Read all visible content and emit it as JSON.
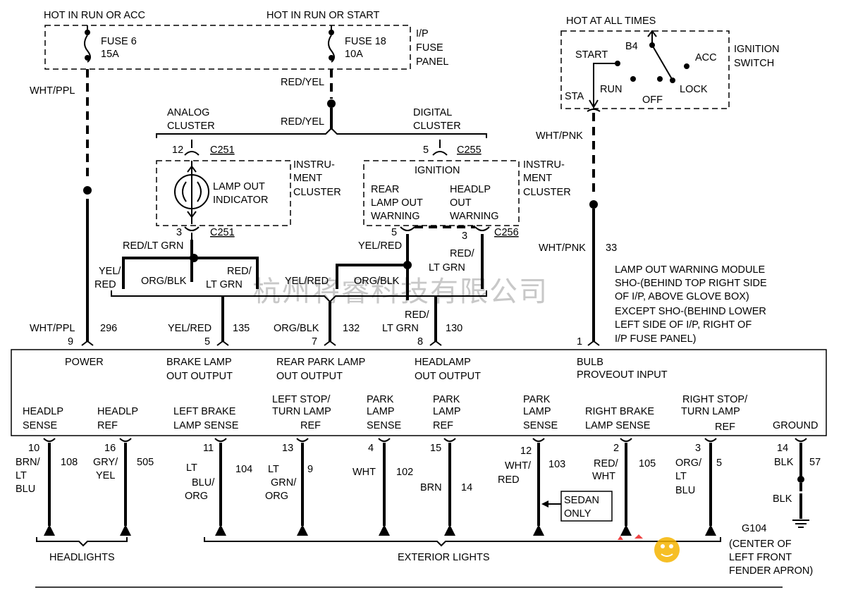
{
  "fuse_panel": {
    "hot_run_acc": "HOT IN RUN OR ACC",
    "hot_run_start": "HOT IN RUN OR START",
    "fuse6": "FUSE 6",
    "fuse6_amp": "15A",
    "fuse18": "FUSE 18",
    "fuse18_amp": "10A",
    "panel_l1": "I/P",
    "panel_l2": "FUSE",
    "panel_l3": "PANEL"
  },
  "ignition": {
    "hot_all": "HOT AT ALL TIMES",
    "start": "START",
    "b4": "B4",
    "acc": "ACC",
    "run": "RUN",
    "off": "OFF",
    "lock": "LOCK",
    "sta": "STA",
    "label_l1": "IGNITION",
    "label_l2": "SWITCH"
  },
  "wires": {
    "wht_ppl_top": "WHT/PPL",
    "red_yel_1": "RED/YEL",
    "red_yel_2": "RED/YEL",
    "wht_pnk_top": "WHT/PNK",
    "wht_pnk_mid": "WHT/PNK",
    "n33": "33",
    "red_lt_grn": "RED/LT GRN",
    "yel": "YEL/",
    "red": "RED",
    "org_blk_a": "ORG/BLK",
    "red_b": "RED/",
    "lt_grn_b": "LT GRN",
    "yel_red_b": "YEL/RED",
    "yel_red_c": "YEL/RED",
    "org_blk_c": "ORG/BLK",
    "red_c": "RED/",
    "lt_grn_c": "LT GRN",
    "wht_ppl_bot": "WHT/PPL",
    "n296": "296",
    "n9": "9",
    "yel_red_d": "YEL/RED",
    "n135": "135",
    "n5": "5",
    "org_blk_d": "ORG/BLK",
    "n132": "132",
    "n7": "7",
    "red_d": "RED/",
    "lt_grn_d": "LT GRN",
    "n130": "130",
    "n8": "8",
    "n1": "1"
  },
  "clusters": {
    "analog_l1": "ANALOG",
    "analog_l2": "CLUSTER",
    "digital_l1": "DIGITAL",
    "digital_l2": "CLUSTER",
    "pin12": "12",
    "c251_top": "C251",
    "pin5_top": "5",
    "c255": "C255",
    "ic1_l1": "INSTRU-",
    "ic1_l2": "MENT",
    "ic1_l3": "CLUSTER",
    "ic2_l1": "INSTRU-",
    "ic2_l2": "MENT",
    "ic2_l3": "CLUSTER",
    "lamp_l1": "LAMP OUT",
    "lamp_l2": "INDICATOR",
    "ignition": "IGNITION",
    "rear_l1": "REAR",
    "rear_l2": "LAMP OUT",
    "rear_l3": "WARNING",
    "head_l1": "HEADLP",
    "head_l2": "OUT",
    "head_l3": "WARNING",
    "pin3_a": "3",
    "c251_bot": "C251",
    "pin5_b": "5",
    "pin3_b": "3",
    "c256": "C256"
  },
  "module": {
    "desc_l1": "LAMP OUT WARNING MODULE",
    "desc_l2": "SHO-(BEHIND TOP RIGHT SIDE",
    "desc_l3": "OF I/P, ABOVE GLOVE BOX)",
    "desc_l4": "EXCEPT SHO-(BEHIND LOWER",
    "desc_l5": "LEFT SIDE OF I/P, RIGHT OF",
    "desc_l6": "I/P FUSE PANEL)",
    "power": "POWER",
    "brake_l1": "BRAKE LAMP",
    "brake_l2": "OUT OUTPUT",
    "rearpark_l1": "REAR PARK LAMP",
    "rearpark_l2": "OUT OUTPUT",
    "headout_l1": "HEADLAMP",
    "headout_l2": "OUT OUTPUT",
    "bulb_l1": "BULB",
    "bulb_l2": "PROVEOUT INPUT",
    "hs_l1": "HEADLP",
    "hs_l2": "SENSE",
    "hr_l1": "HEADLP",
    "hr_l2": "REF",
    "lbs_l1": "LEFT BRAKE",
    "lbs_l2": "LAMP SENSE",
    "lst_l1": "LEFT STOP/",
    "lst_l2": "TURN LAMP",
    "lst_l3": "REF",
    "pls_l1": "PARK",
    "pls_l2": "LAMP",
    "pls_l3": "SENSE",
    "plr_l1": "PARK",
    "plr_l2": "LAMP",
    "plr_l3": "REF",
    "pls2_l1": "PARK",
    "pls2_l2": "LAMP",
    "pls2_l3": "SENSE",
    "rbs_l1": "RIGHT BRAKE",
    "rbs_l2": "LAMP SENSE",
    "rst_l1": "RIGHT STOP/",
    "rst_l2": "TURN LAMP",
    "rst_l3": "REF",
    "ground": "GROUND"
  },
  "bottom": {
    "w1_pin": "10",
    "w1_c1": "BRN/",
    "w1_c2": "LT",
    "w1_c3": "BLU",
    "w1_ckt": "108",
    "w2_pin": "16",
    "w2_c1": "GRY/",
    "w2_c2": "YEL",
    "w2_ckt": "505",
    "w3_pin": "11",
    "w3_c1": "LT",
    "w3_c2": "BLU/",
    "w3_c3": "ORG",
    "w3_ckt": "104",
    "w4_pin": "13",
    "w4_c1": "LT",
    "w4_c2": "GRN/",
    "w4_c3": "ORG",
    "w4_ckt": "9",
    "w5_pin": "4",
    "w5_c1": "WHT",
    "w5_ckt": "102",
    "w6_pin": "15",
    "w6_c1": "BRN",
    "w6_ckt": "14",
    "w7_pin": "12",
    "w7_c1": "WHT/",
    "w7_c2": "RED",
    "w7_ckt": "103",
    "w8_pin": "2",
    "w8_c1": "RED/",
    "w8_c2": "WHT",
    "w8_ckt": "105",
    "w9_pin": "3",
    "w9_c1": "ORG/",
    "w9_c2": "LT",
    "w9_c3": "BLU",
    "w9_ckt": "5",
    "w10_pin": "14",
    "w10_c1": "BLK",
    "w10_ckt": "57",
    "w10_c2": "BLK",
    "sedan_l1": "SEDAN",
    "sedan_l2": "ONLY",
    "headlights": "HEADLIGHTS",
    "exterior": "EXTERIOR LIGHTS",
    "g104": "G104",
    "g104_l1": "(CENTER OF",
    "g104_l2": "LEFT FRONT",
    "g104_l3": "FENDER APRON)"
  },
  "watermark": {
    "main": "杭州将睿科技有限公司"
  }
}
